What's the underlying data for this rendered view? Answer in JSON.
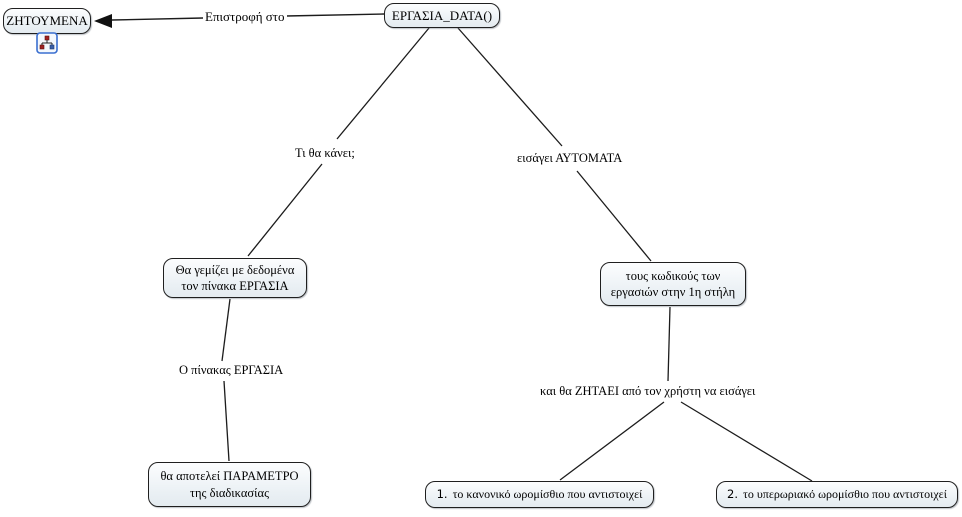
{
  "app": {
    "type": "concept-map"
  },
  "colors": {
    "background": "#ffffff",
    "node_fill_top": "#fcfdfe",
    "node_fill_bottom": "#e4ebf0",
    "node_border": "#1f1f1f",
    "line": "#1c1c1c",
    "icon_border": "#3a6fd0",
    "icon_glyph_red": "#a02020"
  },
  "nodes": {
    "zitoumena": {
      "label": "ΖΗΤΟΥΜΕΝΑ"
    },
    "ergasia_data": {
      "label": "ΕΡΓΑΣΙΑ_DATA()"
    },
    "fill_table": {
      "label": "Θα γεμίζει με δεδομένα τον πίνακα ΕΡΓΑΣΙΑ"
    },
    "parameter": {
      "label": "θα αποτελεί ΠΑΡΑΜΕΤΡΟ της διαδικασίας"
    },
    "codes": {
      "label": "τους κωδικούς των εργασιών στην 1η στήλη"
    },
    "wage1": {
      "number": "1.",
      "label": "το κανονικό ωρομίσθιο που αντιστοιχεί"
    },
    "wage2": {
      "number": "2.",
      "label": "το υπερωριακό ωρομίσθιο που αντιστοιχεί"
    }
  },
  "links": {
    "return_to": {
      "label": "Επιστροφή στο"
    },
    "what_will_do": {
      "label": "Τι θα κάνει;"
    },
    "inserts_auto": {
      "label": "εισάγει ΑΥΤΟΜΑΤΑ"
    },
    "table_ergasia": {
      "label": "Ο πίνακας ΕΡΓΑΣΙΑ"
    },
    "will_ask": {
      "label": "και θα ΖΗΤΑΕΙ από τον χρήστη να εισάγει"
    }
  },
  "icon": {
    "name": "linked-cmap-icon"
  }
}
